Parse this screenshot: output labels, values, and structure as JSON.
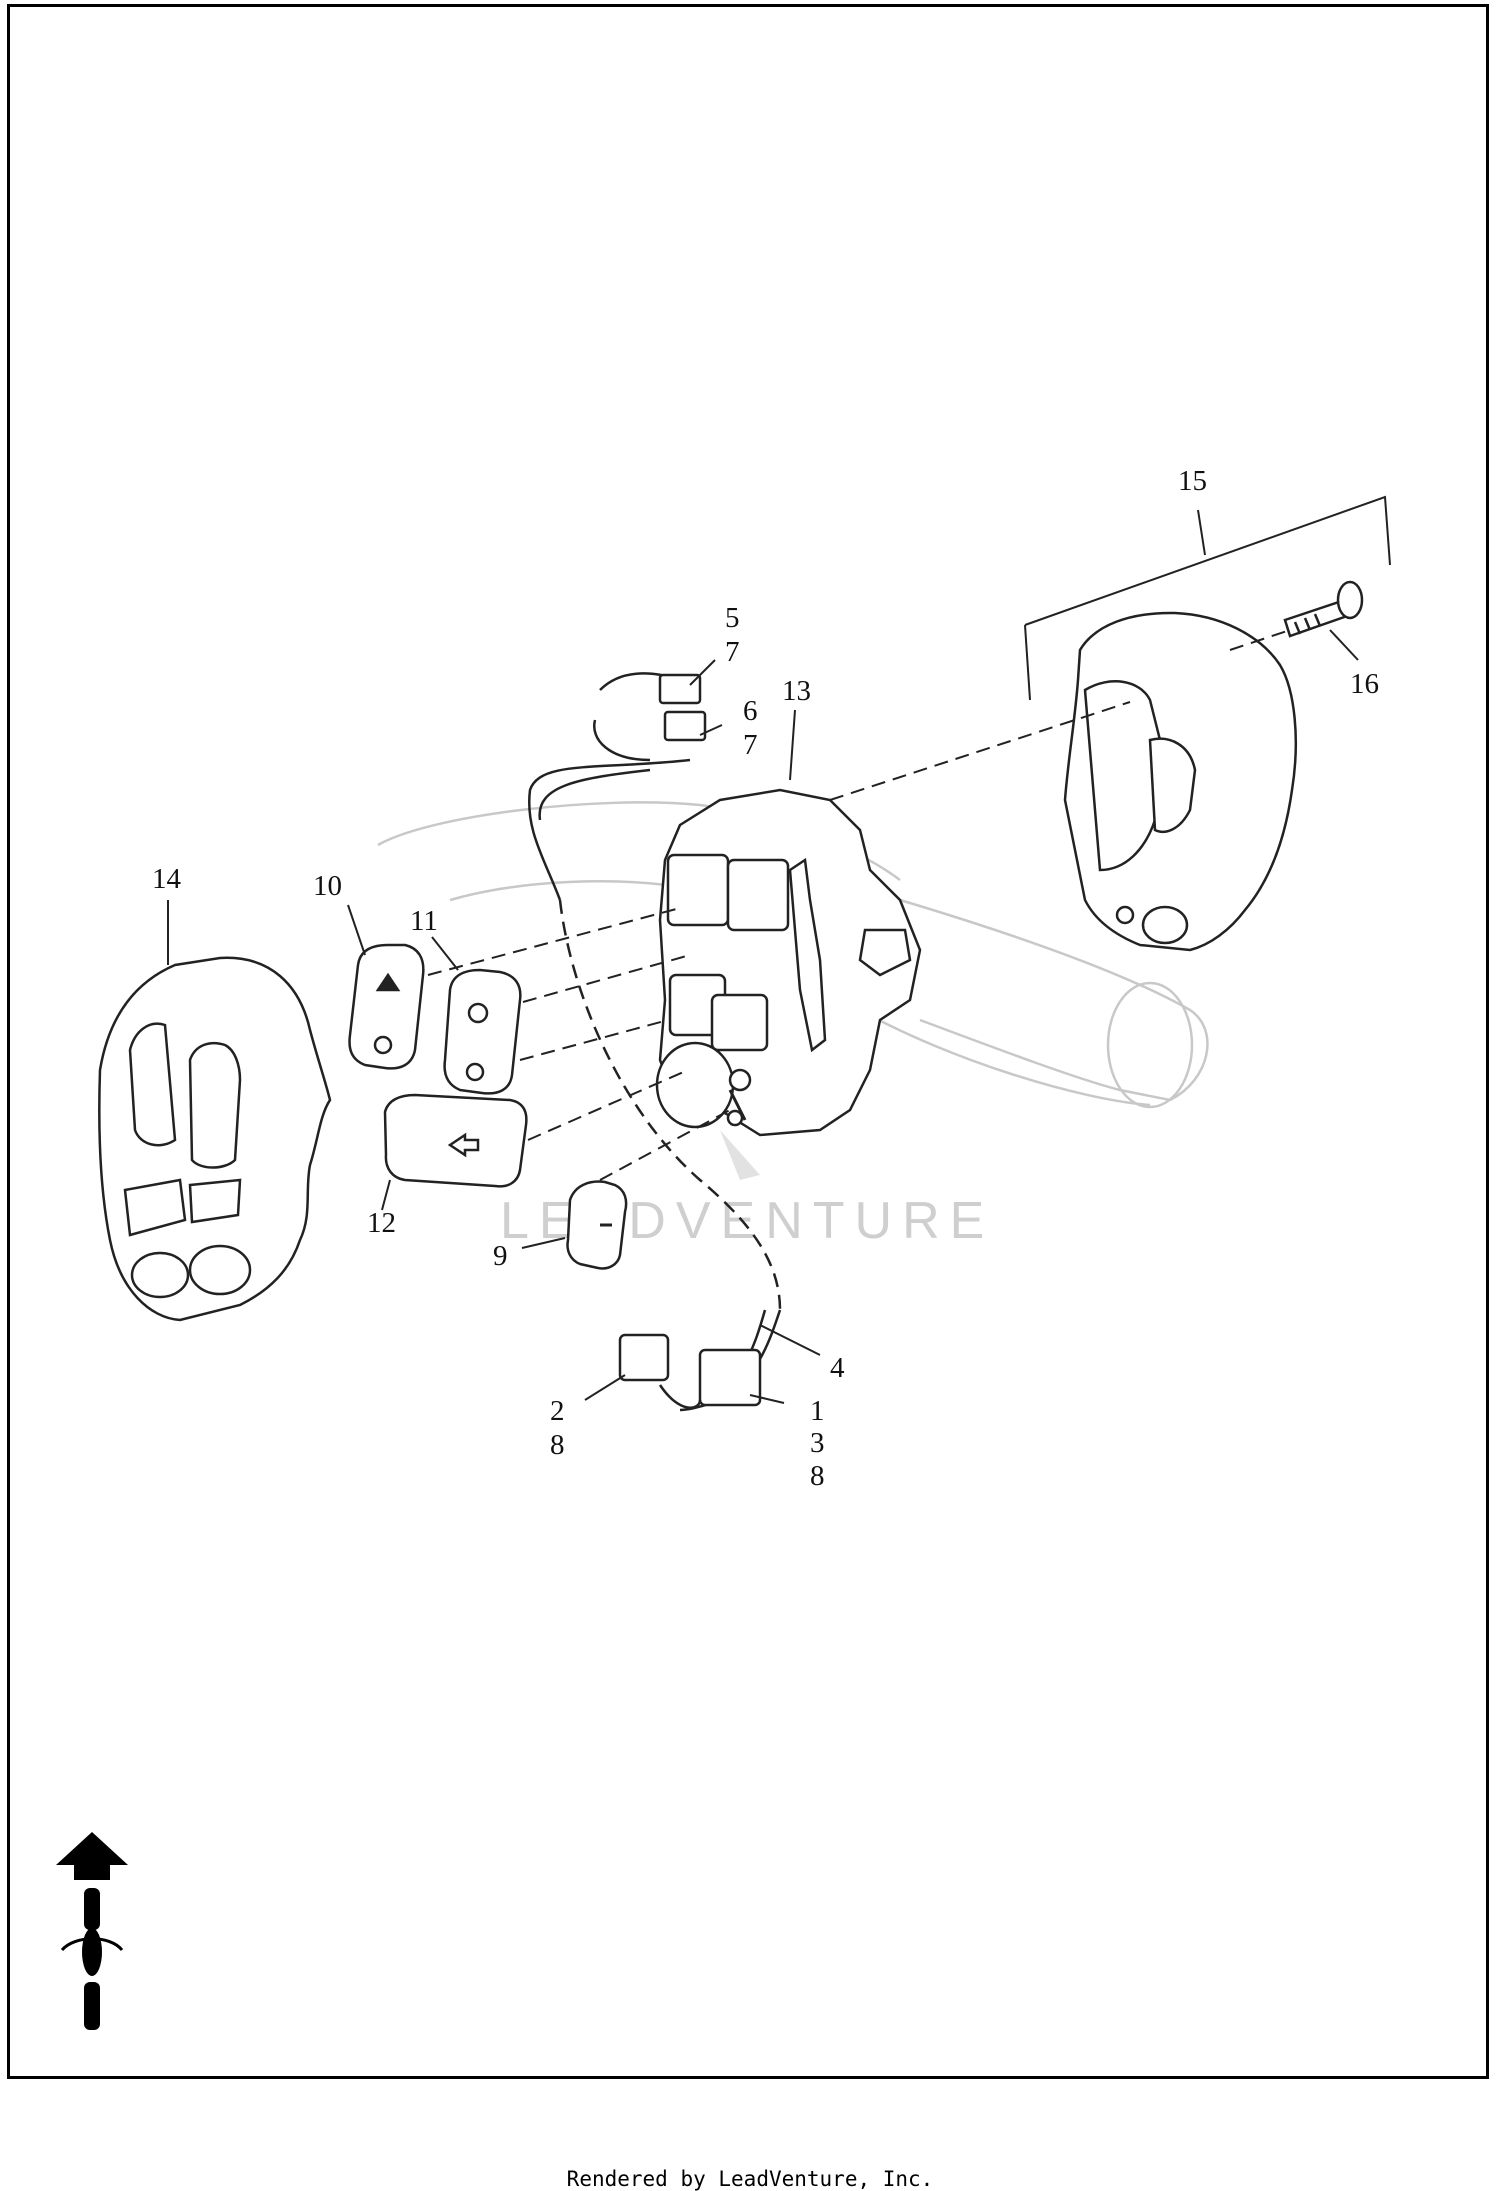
{
  "diagram": {
    "callouts": {
      "c1": "1",
      "c2": "2",
      "c3": "3",
      "c4": "4",
      "c5": "5",
      "c6": "6",
      "c7a": "7",
      "c7b": "7",
      "c8a": "8",
      "c8b": "8",
      "c9": "9",
      "c10": "10",
      "c11": "11",
      "c12": "12",
      "c13": "13",
      "c14": "14",
      "c15": "15",
      "c16": "16"
    },
    "watermark": "LEADVENTURE",
    "icon": "front-of-vehicle-arrow-icon"
  },
  "footer": {
    "text": "Rendered by LeadVenture, Inc."
  }
}
